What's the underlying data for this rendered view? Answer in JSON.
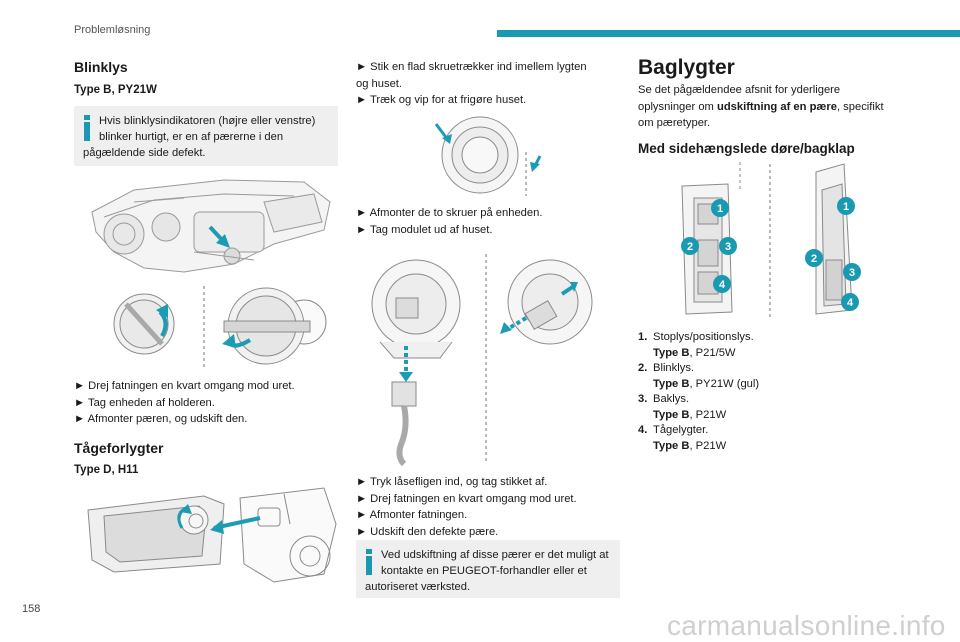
{
  "header": {
    "section_title": "Problemløsning"
  },
  "page_number": "158",
  "watermark": "carmanualsonline.info",
  "colors": {
    "accent": "#1a9ab0",
    "note_bg": "#efefef",
    "arrow_teal": "#1c9cb2"
  },
  "col1": {
    "heading_blinklys": "Blinklys",
    "type_b": "Type B, PY21W",
    "note": "Hvis blinklysindikatoren (højre eller venstre) blinker hurtigt, er en af pærerne i den pågældende side defekt.",
    "steps": [
      "►  Drej fatningen en kvart omgang mod uret.",
      "► Tag enheden af holderen.",
      "► Afmonter pæren, og udskift den."
    ],
    "heading_taage": "Tågeforlygter",
    "type_d": "Type D, H11"
  },
  "col2": {
    "steps_a": [
      "► Stik en flad skruetrækker ind imellem lygten",
      "og huset.",
      "► Træk og vip for at frigøre huset."
    ],
    "steps_b": [
      "► Afmonter de to skruer på enheden.",
      "► Tag modulet ud af huset."
    ],
    "steps_c": [
      "► Tryk låsefligen ind, og tag stikket af.",
      "► Drej fatningen en kvart omgang mod uret.",
      "► Afmonter fatningen.",
      "► Udskift den defekte pære."
    ],
    "note": "Ved udskiftning af disse pærer er det muligt at kontakte en PEUGEOT-forhandler eller et autoriseret værksted."
  },
  "col3": {
    "heading": "Baglygter",
    "intro_pre": "Se det pågældendee afsnit for yderligere oplysninger om ",
    "intro_bold": "udskiftning af en pære",
    "intro_post": ", specifikt om pæretyper.",
    "subheading": "Med sidehængslede døre/bagklap",
    "callouts": [
      "1",
      "2",
      "3",
      "4"
    ],
    "legend": [
      {
        "num": "1.",
        "label": "Stoplys/positionslys.",
        "type_label": "Type B",
        "type_value": ", P21/5W"
      },
      {
        "num": "2.",
        "label": "Blinklys.",
        "type_label": "Type B",
        "type_value": ", PY21W (gul)"
      },
      {
        "num": "3.",
        "label": "Baklys.",
        "type_label": "Type B",
        "type_value": ", P21W"
      },
      {
        "num": "4.",
        "label": "Tågelygter.",
        "type_label": "Type B",
        "type_value": ", P21W"
      }
    ]
  }
}
